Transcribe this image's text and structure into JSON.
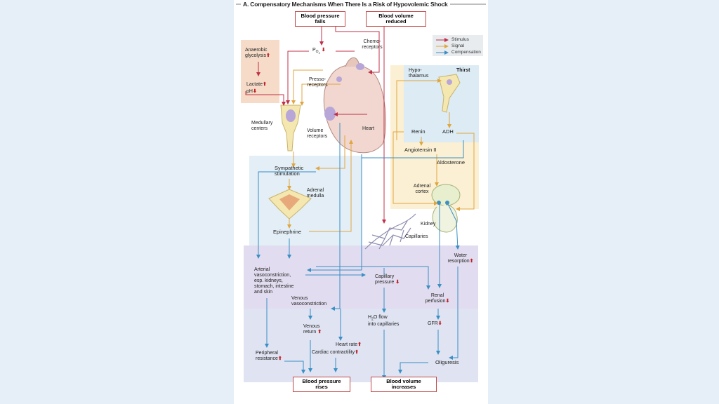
{
  "title": "A. Compensatory Mechanisms When There Is a Risk of Hypovolemic Shock",
  "legend": {
    "stimulus": "Stimulus",
    "signal": "Signal",
    "compensation": "Compensation"
  },
  "colors": {
    "stimulus": "#c0304a",
    "signal": "#e0a640",
    "compensation": "#3a8fc4"
  },
  "top_boxes": {
    "bp_falls": "Blood pressure\nfalls",
    "bv_reduced": "Blood volume\nreduced"
  },
  "bottom_boxes": {
    "bp_rises": "Blood pressure\nrises",
    "bv_increases": "Blood volume\nincreases"
  },
  "labels": {
    "po2": "P",
    "po2_sub": "O",
    "po2_sub2": "2",
    "chemoreceptors": "Chemo-\nreceptors",
    "anaerobic": "Anaerobic\nglycolysis",
    "lactate": "Lactate",
    "ph": "pH",
    "pressoreceptors": "Presso-\nreceptors",
    "medullary": "Medullary\ncenters",
    "volume_receptors": "Volume\nreceptors",
    "heart": "Heart",
    "hypothalamus": "Hypo-\nthalamus",
    "thirst": "Thirst",
    "renin": "Renin",
    "adh": "ADH",
    "angiotensin": "Angiotensin II",
    "aldosterone": "Aldosterone",
    "adrenal_cortex": "Adrenal\ncortex",
    "sympathetic": "Sympathetic\nstimulation",
    "adrenal_medulla": "Adrenal\nmedulla",
    "epinephrine": "Epinephrine",
    "kidney": "Kidney",
    "capillaries": "Capillaries",
    "water_resorption": "Water\nresorption",
    "arterial": "Arterial\nvasoconstriction,\nesp. kidneys,\nstomach, intestine\nand skin",
    "capillary_pressure": "Capillary\npressure",
    "renal_perfusion": "Renal\nperfusion",
    "venous_vaso": "Venous\nvasoconstriction",
    "venous_return": "Venous\nreturn",
    "h2o_flow": "H",
    "h2o_sub": "2",
    "h2o_rest": "O flow\ninto capillaries",
    "gfr": "GFR",
    "heart_rate": "Heart rate",
    "cardiac": "Cardiac contractility",
    "peripheral": "Peripheral\nresistance",
    "oliguresis": "Oliguresis"
  }
}
